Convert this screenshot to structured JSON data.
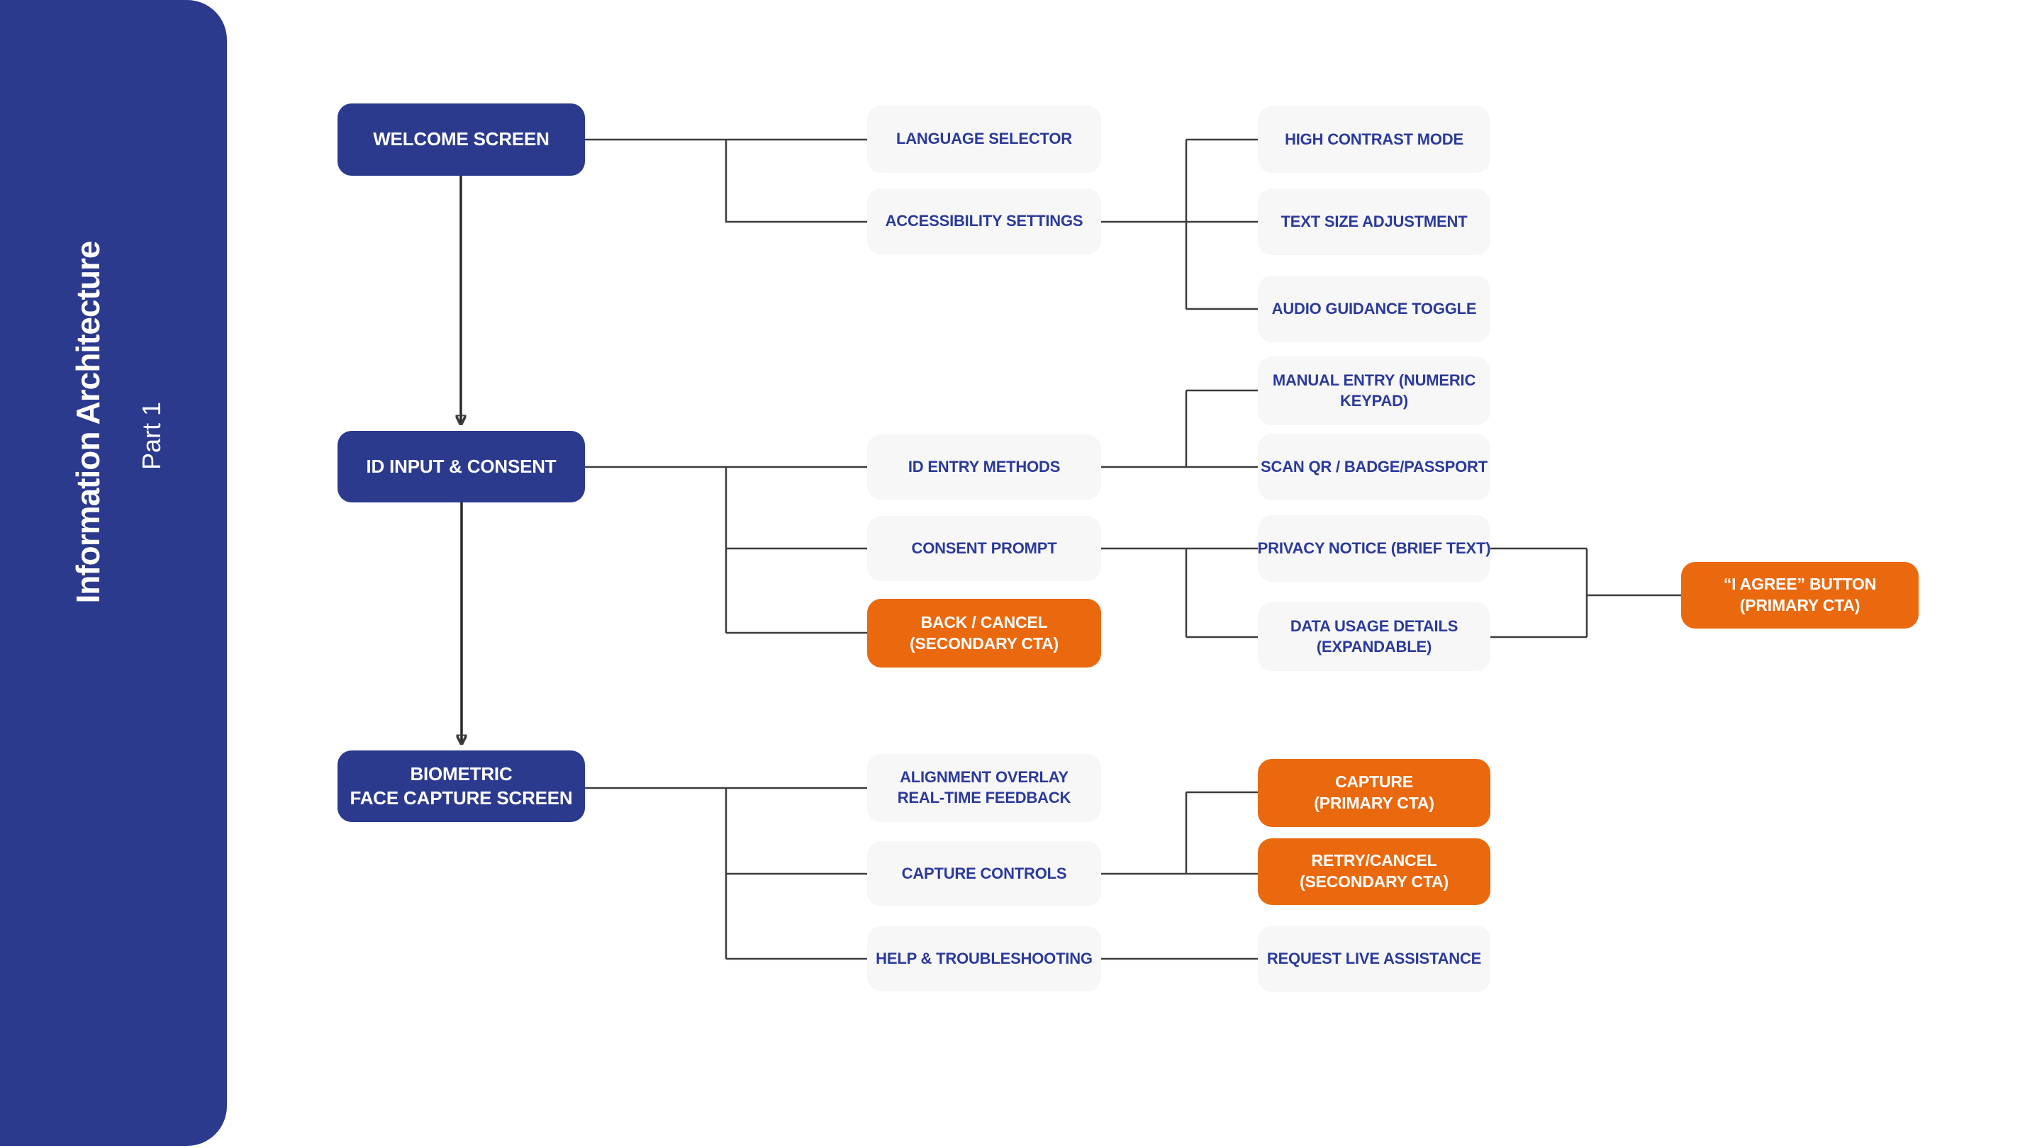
{
  "sidebar": {
    "title": "Information Architecture",
    "subtitle": "Part 1"
  },
  "colors": {
    "navy": "#2B3A8D",
    "orange": "#EA690E",
    "item_background": "#F7F7F8",
    "label_blue": "#2B3A9A",
    "connector_line": "#3C3C3C",
    "page_background": "#FFFFFF"
  },
  "nodes": {
    "welcome": "WELCOME SCREEN",
    "language": "LANGUAGE SELECTOR",
    "accessibility": "ACCESSIBILITY SETTINGS",
    "high_contrast": "HIGH CONTRAST MODE",
    "text_size": "TEXT SIZE ADJUSTMENT",
    "audio_guidance": "AUDIO GUIDANCE TOGGLE",
    "id_input": "ID INPUT & CONSENT",
    "id_entry": "ID ENTRY METHODS",
    "manual_entry": "MANUAL ENTRY (NUMERIC\nKEYPAD)",
    "scan_qr": "SCAN QR / BADGE/PASSPORT",
    "consent": "CONSENT PROMPT",
    "privacy": "PRIVACY NOTICE (BRIEF TEXT)",
    "data_usage": "DATA USAGE DETAILS\n(EXPANDABLE)",
    "i_agree": "“I AGREE” BUTTON\n(PRIMARY CTA)",
    "back_cancel": "BACK / CANCEL\n(SECONDARY CTA)",
    "biometric": "BIOMETRIC\nFACE CAPTURE SCREEN",
    "alignment": "ALIGNMENT OVERLAY\nREAL-TIME FEEDBACK",
    "capture_controls": "CAPTURE CONTROLS",
    "capture_cta": "CAPTURE\n(PRIMARY CTA)",
    "retry_cancel": "RETRY/CANCEL\n(SECONDARY CTA)",
    "help": "HELP & TROUBLESHOOTING",
    "request_live": "REQUEST LIVE ASSISTANCE"
  }
}
